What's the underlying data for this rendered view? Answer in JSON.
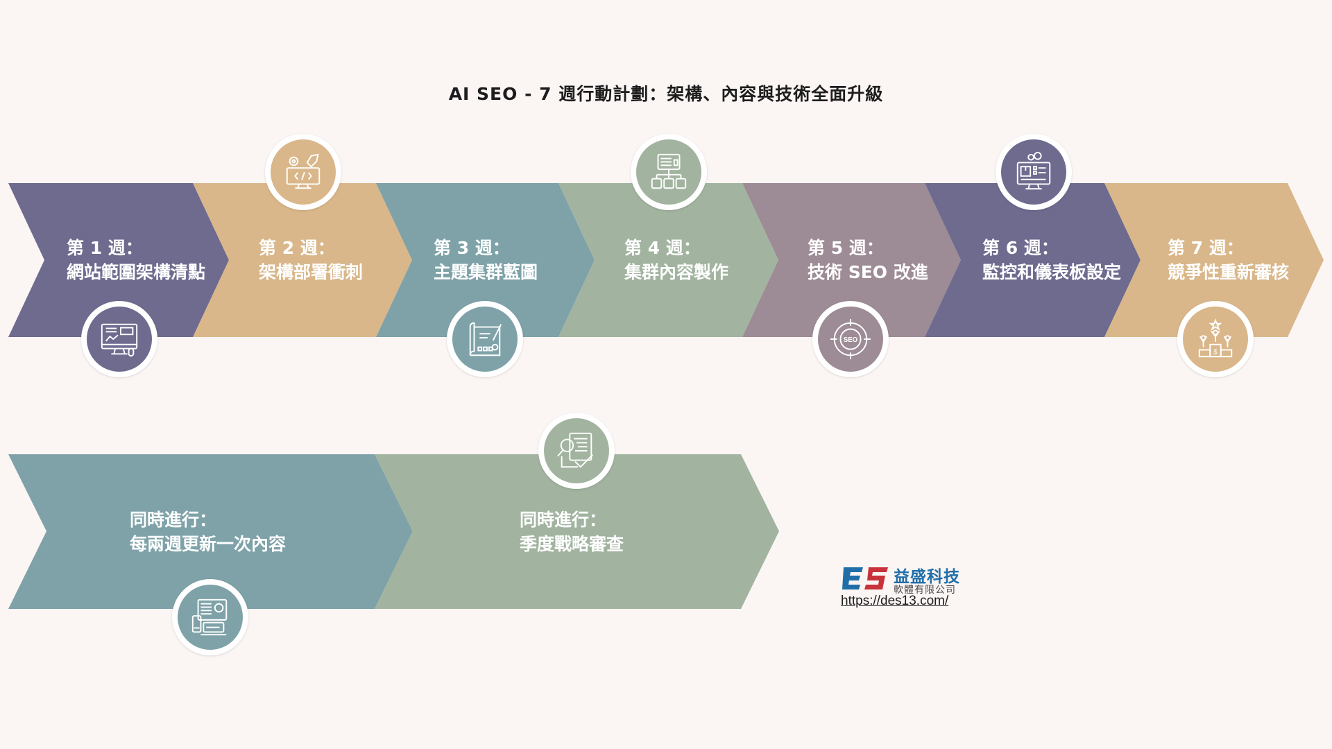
{
  "title": "AI SEO - 7 週行動計劃：架構、內容與技術全面升級",
  "steps": [
    {
      "week": "第 1 週：",
      "label": "網站範圍架構清點",
      "color": "#6e6b8f",
      "icon": "monitor-dashboard-icon"
    },
    {
      "week": "第 2 週：",
      "label": "架構部署衝刺",
      "color": "#d9b78a",
      "icon": "gear-rocket-code-icon"
    },
    {
      "week": "第 3 週：",
      "label": "主題集群藍圖",
      "color": "#7ea2a8",
      "icon": "blueprint-icon"
    },
    {
      "week": "第 4 週：",
      "label": "集群內容製作",
      "color": "#a2b4a0",
      "icon": "sitemap-icon"
    },
    {
      "week": "第  5 週：",
      "label": "技術 SEO 改進",
      "color": "#9d8b95",
      "icon": "seo-target-icon"
    },
    {
      "week": "第 6 週：",
      "label": "監控和儀表板設定",
      "color": "#6e6b8f",
      "icon": "dashboard-settings-icon"
    },
    {
      "week": "第 7 週：",
      "label": "競爭性重新審核",
      "color": "#d9b78a",
      "icon": "podium-icon"
    }
  ],
  "parallel": [
    {
      "week": "同時進行：",
      "label": "每兩週更新一次內容",
      "color": "#7ea2a8",
      "icon": "content-update-icon"
    },
    {
      "week": "同時進行：",
      "label": "季度戰略審查",
      "color": "#a2b4a0",
      "icon": "document-review-icon"
    }
  ],
  "logo": {
    "name": "益盛科技",
    "sub": "軟體有限公司",
    "url": "https://des13.com/",
    "colors": {
      "blue": "#1f6ea8",
      "red": "#c8323a"
    }
  }
}
